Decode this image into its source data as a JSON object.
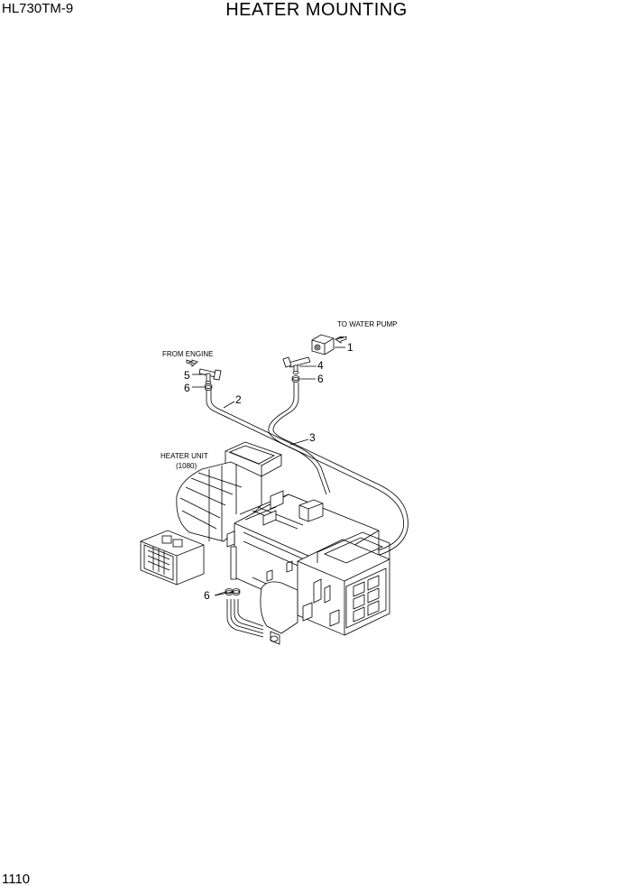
{
  "header": {
    "model": "HL730TM-9",
    "title": "HEATER MOUNTING"
  },
  "footer": {
    "page_number": "1110"
  },
  "diagram": {
    "annotations": {
      "to_water_pump": "TO WATER PUMP",
      "from_engine": "FROM ENGINE",
      "heater_unit": "HEATER UNIT",
      "heater_unit_ref": "(1080)"
    },
    "callouts": {
      "c1": "1",
      "c2": "2",
      "c3": "3",
      "c4": "4",
      "c5": "5",
      "c6_left": "6",
      "c6_right": "6",
      "c6_bottom": "6"
    },
    "icons": [
      "flow-arrow-icon"
    ]
  }
}
